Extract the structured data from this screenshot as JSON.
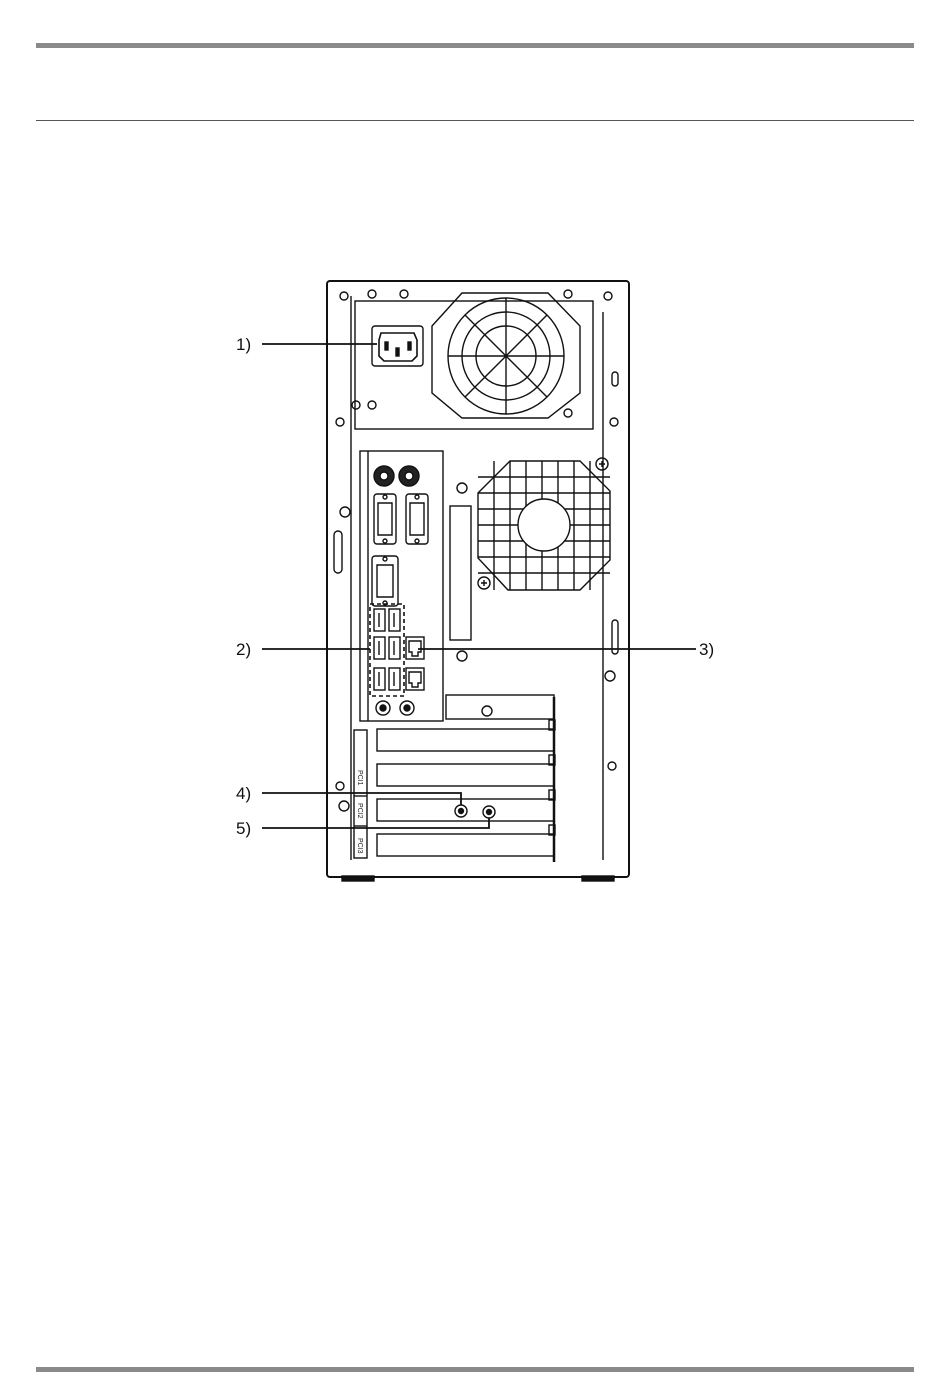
{
  "diagram": {
    "subject": "computer-tower-rear-panel",
    "callouts": [
      {
        "id": "1",
        "label": "1)"
      },
      {
        "id": "2",
        "label": "2)"
      },
      {
        "id": "3",
        "label": "3)"
      },
      {
        "id": "4",
        "label": "4)"
      },
      {
        "id": "5",
        "label": "5)"
      }
    ],
    "slot_labels": [
      "PCI1",
      "PCI2",
      "PCI3"
    ]
  }
}
